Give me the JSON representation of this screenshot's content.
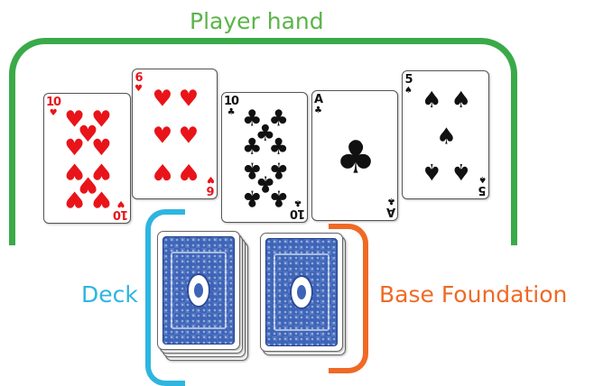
{
  "labels": {
    "player_hand": "Player hand",
    "deck": "Deck",
    "base_foundation": "Base Foundation"
  },
  "colors": {
    "player_hand": "#3aaa49",
    "deck": "#2eb5e0",
    "base_foundation": "#ef6a25",
    "card_back": "#3d64b8",
    "red_suit": "#e8141a",
    "black_suit": "#111111"
  },
  "hand_cards": [
    {
      "rank": "10",
      "suit": "hearts",
      "suit_symbol": "♥",
      "color": "red"
    },
    {
      "rank": "6",
      "suit": "hearts",
      "suit_symbol": "♥",
      "color": "red"
    },
    {
      "rank": "10",
      "suit": "clubs",
      "suit_symbol": "♣",
      "color": "black"
    },
    {
      "rank": "A",
      "suit": "clubs",
      "suit_symbol": "♣",
      "color": "black"
    },
    {
      "rank": "5",
      "suit": "spades",
      "suit_symbol": "♠",
      "color": "black"
    }
  ],
  "deck_cards": 4,
  "foundation_cards": 2
}
